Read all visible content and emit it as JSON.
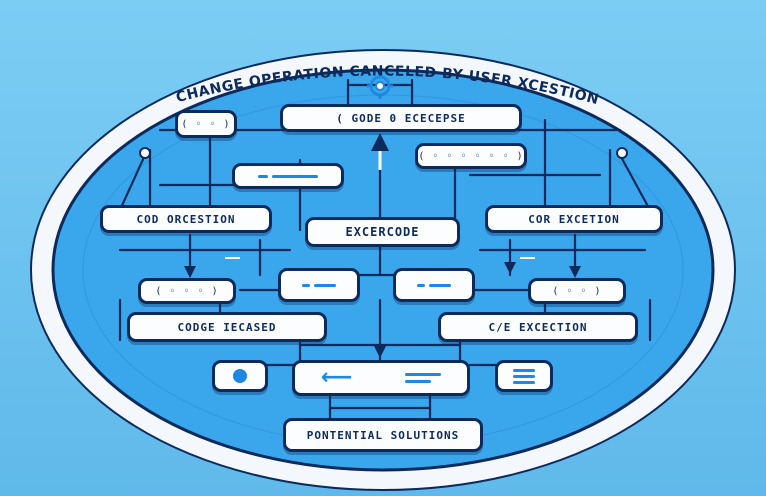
{
  "title": "CHANGE OPERATION CANCELED BY USER XCESTION",
  "boxes": {
    "top_small": "( ◦ ◦ )",
    "top_main": "( GODE 0 ECECEPSE",
    "right_upper": "( ◦ ◦ ◦ ◦ ◦ ◦ )",
    "left_mid": "COD  ORCESTION",
    "center_mid": "EXCERCODE",
    "right_mid": "COR EXCETION",
    "left_row4": "( ◦ ◦ ◦ )",
    "right_row4": "( ◦ ◦ )",
    "left_row5": "CODGE IECASED",
    "right_row5": "C/E EXCECTION",
    "bottom": "PONTENTIAL SOLUTIONS"
  },
  "colors": {
    "background": "#6cc4f0",
    "ellipse_fill": "#3aa6ec",
    "ellipse_ring": "#f4f8fc",
    "navy": "#0d2a5c",
    "accent": "#1e88e5"
  },
  "icons": [
    "gear-icon",
    "up-arrow-icon",
    "left-arrow-icon",
    "toggle-icon"
  ]
}
